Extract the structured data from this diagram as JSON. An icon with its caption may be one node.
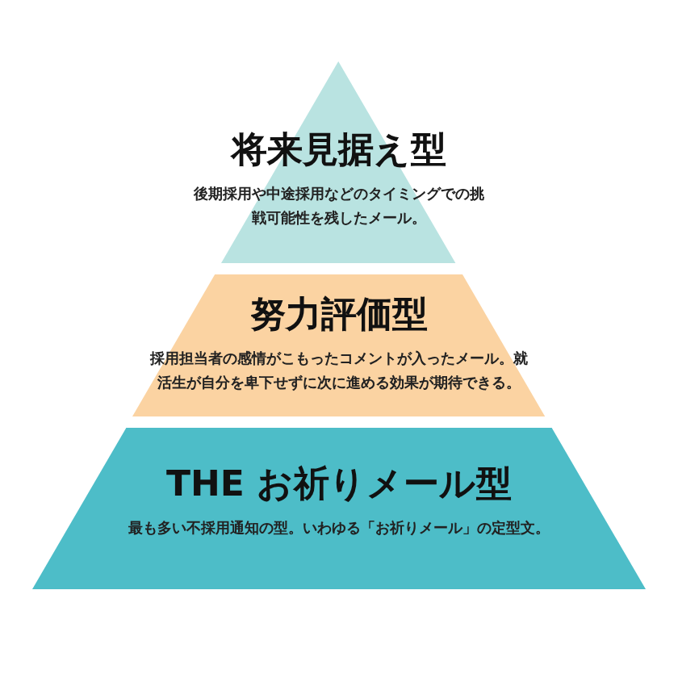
{
  "diagram": {
    "nodes": [
      {
        "text": [
          "将来見据え型",
          "後期採用や中途採用などのタイミングでの挑戦可能性を残したメール。"
        ]
      },
      {
        "text": [
          "努力評価型",
          "採用担当者の感情がこもったコメントが入ったメール。就活生が自分を卑下せずに次に進める効果が期待できる。"
        ]
      },
      {
        "text": [
          "THE お祈りメール型",
          "最も多い不採用通知の型。いわゆる「お祈りメール」の定型文。"
        ]
      }
    ]
  }
}
